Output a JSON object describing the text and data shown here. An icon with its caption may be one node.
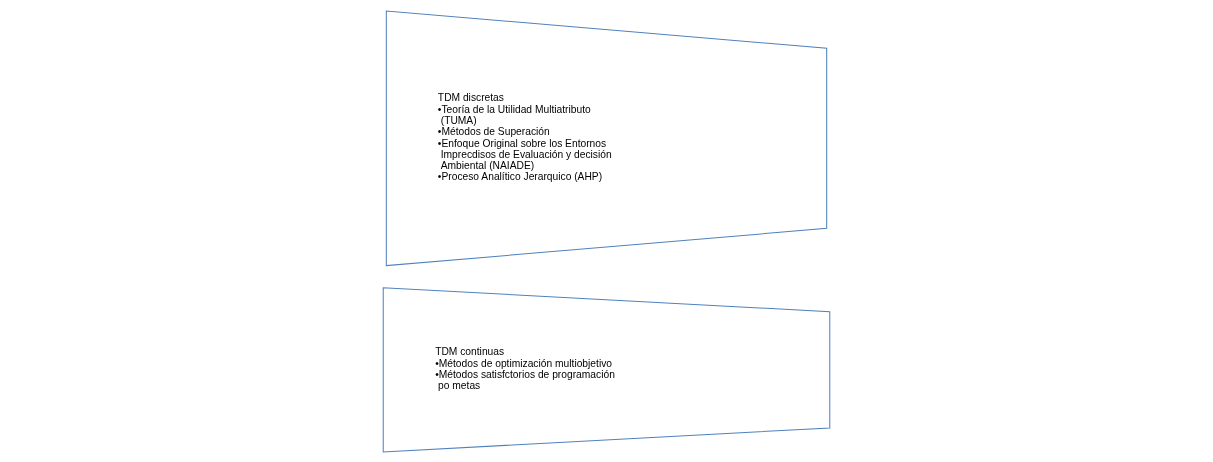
{
  "diagram": {
    "nodes": [
      {
        "text": [
          "TDM discretas",
          "•Teoría de la Utilidad Multiatributo (TUMA)",
          "•Métodos de Superación",
          "•Enfoque Original sobre los Entornos Imprecdisos de Evaluación y decisión Ambiental (NAIADE)",
          "•Proceso Analítico Jerarquico (AHP)"
        ]
      },
      {
        "text": [
          "TDM continuas",
          "•Métodos de optimización multiobjetivo",
          "•Métodos satisfctorios de programación po metas"
        ]
      }
    ],
    "edges": []
  }
}
